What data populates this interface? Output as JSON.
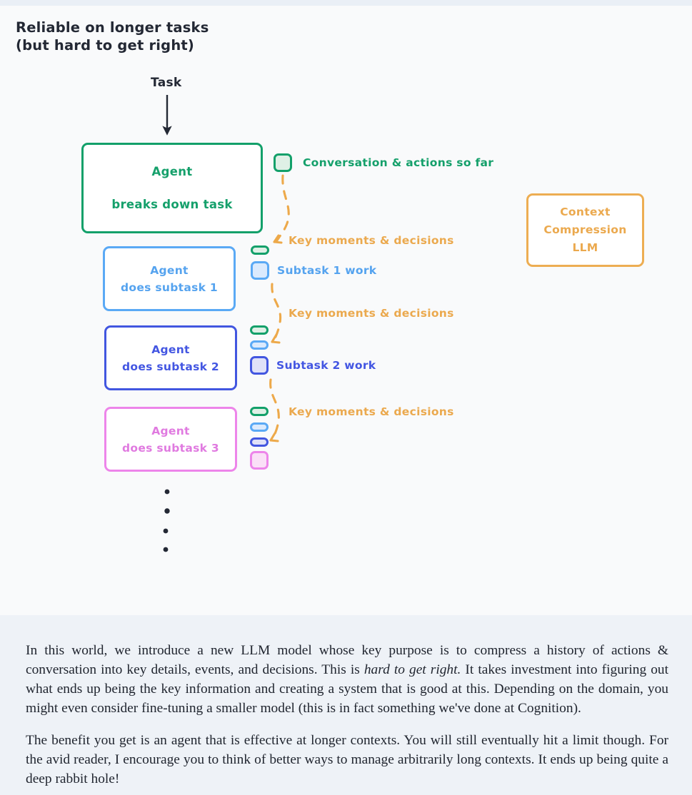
{
  "headline": "Reliable on longer tasks\n(but hard to get right)",
  "diagram": {
    "task_label": "Task",
    "main_box": {
      "line1": "Agent",
      "line2": "breaks down task",
      "color": "#13a06a"
    },
    "subtask_boxes": [
      {
        "line1": "Agent",
        "line2": "does subtask 1",
        "color": "#5aa9f5"
      },
      {
        "line1": "Agent",
        "line2": "does subtask 2",
        "color": "#4256e0"
      },
      {
        "line1": "Agent",
        "line2": "does subtask 3",
        "color": "#ed85ea"
      }
    ],
    "compression_box": {
      "line1": "Context",
      "line2": "Compression",
      "line3": "LLM",
      "color": "#edad52"
    },
    "side_labels": {
      "conversation": "Conversation & actions so far",
      "subtask1_work": "Subtask 1 work",
      "subtask2_work": "Subtask 2 work",
      "key_moments_1": "Key moments & decisions",
      "key_moments_2": "Key moments & decisions",
      "key_moments_3": "Key moments & decisions"
    },
    "ellipsis_dots": 4,
    "arrow_color": "#232834",
    "dashed_arrow_color": "#eda94a"
  },
  "prose": {
    "paragraph1_a": "In this world, we introduce a new LLM model whose key purpose is to compress a history of actions & conversation into key details, events, and decisions. This is ",
    "paragraph1_em": "hard to get right.",
    "paragraph1_b": " It takes investment into figuring out what ends up being the key information and creating a system that is good at this. Depending on the domain, you might even consider fine-tuning a smaller model (this is in fact something we've done at Cognition).",
    "paragraph2": "The benefit you get is an agent that is effective at longer contexts. You will still eventually hit a limit though. For the avid reader, I encourage you to think of better ways to manage arbitrarily long contexts. It ends up being quite a deep rabbit hole!"
  }
}
